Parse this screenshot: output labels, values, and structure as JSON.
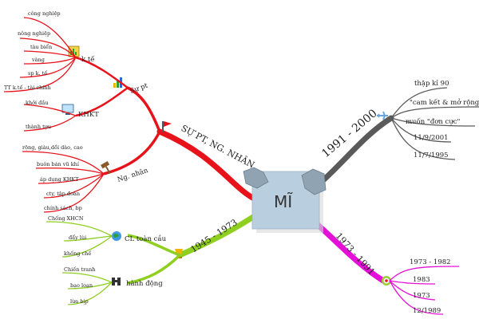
{
  "center": {
    "title": "MĨ"
  },
  "colors": {
    "red": "#e8121a",
    "green": "#8fcf1f",
    "gray": "#5a5a5a",
    "magenta": "#e510d8",
    "center_fill": "#b9cfe0",
    "hand": "#8fa3b3"
  },
  "branches": {
    "red": {
      "label": "SỰ PT, NG. NHÂN",
      "sub1": {
        "label": "Sự pt",
        "kte": {
          "label": "k  tế",
          "icon": "bar-chart-icon",
          "items": [
            "công nghiệp",
            "nông nghiệp",
            "tàu biển",
            "vàng",
            "sp k. tế",
            "TT k.tế - tài chính"
          ]
        },
        "khkt": {
          "label": "KHKT",
          "icon": "computer-icon",
          "items": [
            "khởi đầu",
            "thành tựu"
          ]
        },
        "icon": "growth-chart-icon"
      },
      "sub2": {
        "label": "Ng. nhân",
        "icon": "gavel-icon",
        "items": [
          "rộng, giàu,dồi dào, cao",
          "buôn bán vũ khí",
          "áp dụng KHKT",
          "cty, tập đoàn",
          "chính sách, bp"
        ]
      },
      "icon": "flag-icon"
    },
    "green": {
      "label": "1945 - 1973",
      "icon": "trophy-icon",
      "sub1": {
        "label": "CL toàn cầu",
        "icon": "globe-icon",
        "items": [
          "Chống XHCN",
          "đẩy lùi",
          "khống chế"
        ]
      },
      "sub2": {
        "label": "hành động",
        "icon": "binoculars-icon",
        "items": [
          "Chiến tranh",
          "bạo loạn",
          "lừa bịp"
        ]
      }
    },
    "gray": {
      "label": "1991 - 2000",
      "icon": "airplane-icon",
      "items": [
        "thập kỉ 90",
        "\"cam kết & mở rộng\"",
        "muốn \"đơn cực\"",
        "11/9/2001",
        "11/7/1995"
      ]
    },
    "magenta": {
      "label": "1973 - 1991",
      "icon": "target-icon",
      "items": [
        "1973 - 1982",
        "1983",
        "1973",
        "12/1989"
      ]
    }
  }
}
